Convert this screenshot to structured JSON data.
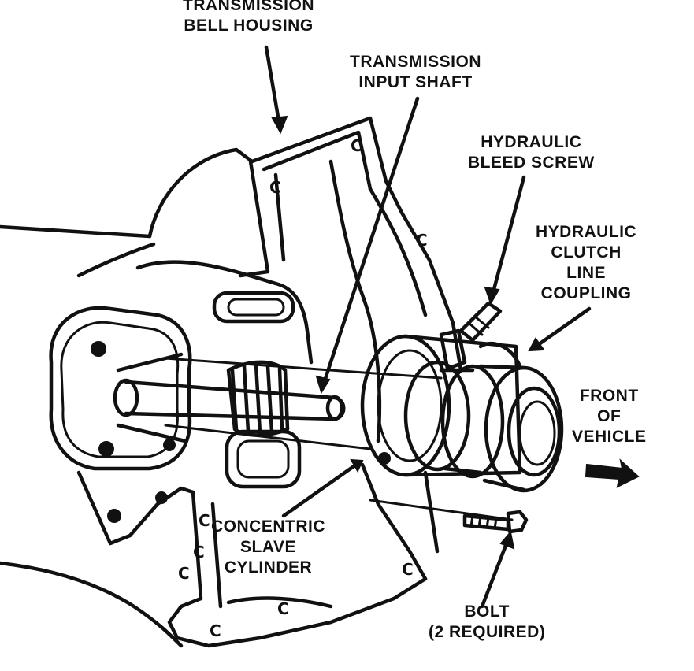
{
  "labels": {
    "bell_housing": [
      "TRANSMISSION",
      "BELL HOUSING"
    ],
    "input_shaft": [
      "TRANSMISSION",
      "INPUT SHAFT"
    ],
    "bleed_screw": [
      "HYDRAULIC",
      "BLEED SCREW"
    ],
    "clutch_line": [
      "HYDRAULIC",
      "CLUTCH",
      "LINE",
      "COUPLING"
    ],
    "front": [
      "FRONT",
      "OF",
      "VEHICLE"
    ],
    "slave_cylinder": [
      "CONCENTRIC",
      "SLAVE",
      "CYLINDER"
    ],
    "bolt": [
      "BOLT",
      "(2 REQUIRED)"
    ]
  },
  "housing_marks": [
    "C",
    "C",
    "C",
    "C",
    "C",
    "C",
    "C",
    "C",
    "C"
  ],
  "colors": {
    "ink": "#111111",
    "paper": "#ffffff"
  }
}
